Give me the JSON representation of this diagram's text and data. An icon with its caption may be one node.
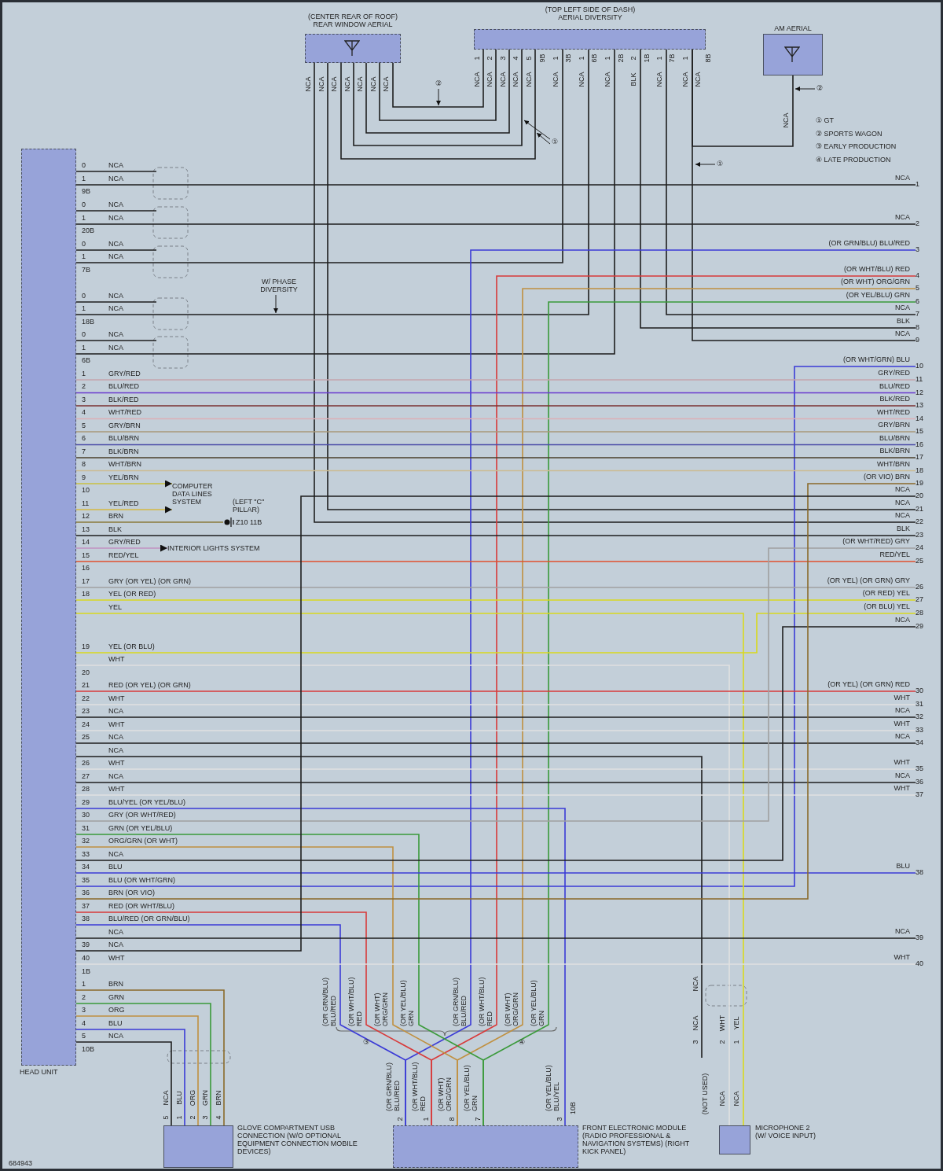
{
  "diagram": {
    "nodes": [
      {
        "text": [
          "HEAD UNIT"
        ]
      },
      {
        "text": [
          "(CENTER REAR OF ROOF) REAR WINDOW AERIAL"
        ]
      },
      {
        "text": [
          "(TOP LEFT SIDE OF DASH) AERIAL DIVERSITY"
        ]
      },
      {
        "text": [
          "AM AERIAL"
        ]
      },
      {
        "text": [
          "GLOVE COMPARTMENT USB CONNECTION (W/O OPTIONAL EQUIPMENT CONNECTION MOBILE DEVICES)"
        ]
      },
      {
        "text": [
          "FRONT ELECTRONIC MODULE (RADIO PROFESSIONAL & NAVIGATION SYSTEMS) (RIGHT KICK PANEL)"
        ]
      },
      {
        "text": [
          "MICROPHONE 2 (W/ VOICE INPUT)"
        ]
      },
      {
        "text": [
          "COMPUTER DATA LINES SYSTEM"
        ]
      },
      {
        "text": [
          "INTERIOR LIGHTS SYSTEM"
        ]
      },
      {
        "text": [
          "Z10 11B"
        ],
        "beside": [
          "(LEFT \"C\" PILLAR)"
        ]
      },
      {
        "text": [
          "②"
        ]
      },
      {
        "text": [
          "①"
        ]
      },
      {
        "text": [
          "①"
        ]
      },
      {
        "text": [
          "②"
        ]
      },
      {
        "text": [
          "W/ PHASE DIVERSITY"
        ]
      },
      {
        "text": [
          "1"
        ]
      },
      {
        "text": [
          "2"
        ]
      },
      {
        "text": [
          "3"
        ]
      },
      {
        "text": [
          "4"
        ]
      },
      {
        "text": [
          "5"
        ]
      },
      {
        "text": [
          "6"
        ]
      },
      {
        "text": [
          "7"
        ]
      },
      {
        "text": [
          "8"
        ]
      },
      {
        "text": [
          "9"
        ]
      },
      {
        "text": [
          "10"
        ]
      },
      {
        "text": [
          "11"
        ]
      },
      {
        "text": [
          "12"
        ]
      },
      {
        "text": [
          "13"
        ]
      },
      {
        "text": [
          "14"
        ]
      },
      {
        "text": [
          "15"
        ]
      },
      {
        "text": [
          "16"
        ]
      },
      {
        "text": [
          "17"
        ]
      },
      {
        "text": [
          "18"
        ]
      },
      {
        "text": [
          "19"
        ]
      },
      {
        "text": [
          "20"
        ]
      },
      {
        "text": [
          "21"
        ]
      },
      {
        "text": [
          "22"
        ]
      },
      {
        "text": [
          "23"
        ]
      },
      {
        "text": [
          "24"
        ]
      },
      {
        "text": [
          "25"
        ]
      },
      {
        "text": [
          "26"
        ]
      },
      {
        "text": [
          "27"
        ]
      },
      {
        "text": [
          "28"
        ]
      },
      {
        "text": [
          "29"
        ]
      },
      {
        "text": [
          "30"
        ]
      },
      {
        "text": [
          "31"
        ]
      },
      {
        "text": [
          "32"
        ]
      },
      {
        "text": [
          "33"
        ]
      },
      {
        "text": [
          "34"
        ]
      },
      {
        "text": [
          "35"
        ]
      },
      {
        "text": [
          "36"
        ]
      },
      {
        "text": [
          "37"
        ]
      },
      {
        "text": [
          "38"
        ]
      },
      {
        "text": [
          "39"
        ]
      },
      {
        "text": [
          "40"
        ]
      }
    ],
    "edges": [
      {
        "from": 0,
        "to": 15,
        "arrow": "none"
      },
      {
        "from": 0,
        "to": 16,
        "arrow": "none"
      },
      {
        "from": 1,
        "to": 2,
        "arrow": "none"
      },
      {
        "from": 1,
        "to": 2,
        "arrow": "none"
      },
      {
        "from": 1,
        "to": 2,
        "arrow": "none"
      },
      {
        "from": 1,
        "to": 2,
        "arrow": "none"
      },
      {
        "from": 1,
        "to": 2,
        "arrow": "none"
      },
      {
        "from": 1,
        "to": 35,
        "arrow": "none"
      },
      {
        "from": 1,
        "to": 36,
        "arrow": "none"
      },
      {
        "from": 0,
        "to": 2,
        "arrow": "none"
      },
      {
        "from": 0,
        "to": 2,
        "arrow": "none"
      },
      {
        "from": 0,
        "to": 2,
        "arrow": "none"
      },
      {
        "from": 2,
        "to": 21,
        "arrow": "none"
      },
      {
        "from": 2,
        "to": 22,
        "arrow": "none"
      },
      {
        "from": 2,
        "to": 23,
        "arrow": "none"
      },
      {
        "from": 3,
        "to": 2,
        "arrow": "none"
      },
      {
        "from": 17,
        "to": 5,
        "arrow": "none",
        "color": "#3b3bd6"
      },
      {
        "from": 18,
        "to": 5,
        "arrow": "none",
        "color": "#d83a3a"
      },
      {
        "from": 19,
        "to": 5,
        "arrow": "none",
        "color": "#c09040"
      },
      {
        "from": 20,
        "to": 5,
        "arrow": "none",
        "color": "#3a9a3a"
      },
      {
        "from": 0,
        "to": 24,
        "arrow": "none",
        "color": "#3b3bd6"
      },
      {
        "from": 0,
        "to": 25,
        "arrow": "none",
        "color": "#c4a4ac"
      },
      {
        "from": 0,
        "to": 26,
        "arrow": "none",
        "color": "#6a3ad0"
      },
      {
        "from": 0,
        "to": 27,
        "arrow": "none",
        "color": "#7a3030"
      },
      {
        "from": 0,
        "to": 28,
        "arrow": "none",
        "color": "#dcb0b8"
      },
      {
        "from": 0,
        "to": 29,
        "arrow": "none",
        "color": "#a89878"
      },
      {
        "from": 0,
        "to": 30,
        "arrow": "none",
        "color": "#4a4aa8"
      },
      {
        "from": 0,
        "to": 31,
        "arrow": "none",
        "color": "#4a3f2a"
      },
      {
        "from": 0,
        "to": 32,
        "arrow": "none",
        "color": "#ccbc94"
      },
      {
        "from": 0,
        "to": 7,
        "arrow": "to",
        "color": "#c8c040"
      },
      {
        "from": 0,
        "to": 7,
        "arrow": "to",
        "color": "#d4b840"
      },
      {
        "from": 0,
        "to": 9,
        "arrow": "none",
        "color": "#8a7a3a"
      },
      {
        "from": 0,
        "to": 37,
        "arrow": "none"
      },
      {
        "from": 0,
        "to": 8,
        "arrow": "to",
        "color": "#c090c0"
      },
      {
        "from": 0,
        "to": 39,
        "arrow": "none",
        "color": "#e0502e"
      },
      {
        "from": 0,
        "to": 40,
        "arrow": "none",
        "color": "#a0a0a0"
      },
      {
        "from": 0,
        "to": 41,
        "arrow": "none",
        "color": "#d9d91e"
      },
      {
        "from": 0,
        "to": 6,
        "arrow": "none",
        "color": "#d9d91e"
      },
      {
        "from": 0,
        "to": 42,
        "arrow": "none",
        "color": "#d9d91e"
      },
      {
        "from": 0,
        "to": 6,
        "arrow": "none",
        "color": "#e0e0e0"
      },
      {
        "from": 0,
        "to": 44,
        "arrow": "none",
        "color": "#d83a3a"
      },
      {
        "from": 0,
        "to": 45,
        "arrow": "none",
        "color": "#e0e0e0"
      },
      {
        "from": 0,
        "to": 46,
        "arrow": "none"
      },
      {
        "from": 0,
        "to": 47,
        "arrow": "none",
        "color": "#e0e0e0"
      },
      {
        "from": 0,
        "to": 48,
        "arrow": "none"
      },
      {
        "from": 0,
        "to": null,
        "arrow": "none"
      },
      {
        "from": 0,
        "to": 49,
        "arrow": "none",
        "color": "#e0e0e0"
      },
      {
        "from": 0,
        "to": 50,
        "arrow": "none"
      },
      {
        "from": 0,
        "to": 51,
        "arrow": "none",
        "color": "#e0e0e0"
      },
      {
        "from": 0,
        "to": 5,
        "arrow": "none",
        "color": "#3b3bd6"
      },
      {
        "from": 0,
        "to": 38,
        "arrow": "none",
        "color": "#a0a0a0"
      },
      {
        "from": 0,
        "to": 5,
        "arrow": "none",
        "color": "#3a9a3a"
      },
      {
        "from": 0,
        "to": 5,
        "arrow": "none",
        "color": "#c09040"
      },
      {
        "from": 0,
        "to": 43,
        "arrow": "none"
      },
      {
        "from": 0,
        "to": 52,
        "arrow": "none",
        "color": "#3b3bd6"
      },
      {
        "from": 0,
        "to": 33,
        "arrow": "none",
        "color": "#8a6a2a"
      },
      {
        "from": 0,
        "to": 5,
        "arrow": "none",
        "color": "#d83a3a"
      },
      {
        "from": 0,
        "to": 5,
        "arrow": "none",
        "color": "#3b3bd6"
      },
      {
        "from": 0,
        "to": 53,
        "arrow": "none"
      },
      {
        "from": 0,
        "to": 34,
        "arrow": "none"
      },
      {
        "from": 0,
        "to": 54,
        "arrow": "none",
        "color": "#e0e0e0"
      },
      {
        "from": 0,
        "to": 4,
        "arrow": "none",
        "color": "#8a6a2a"
      },
      {
        "from": 0,
        "to": 4,
        "arrow": "none",
        "color": "#3a9a3a"
      },
      {
        "from": 0,
        "to": 4,
        "arrow": "none",
        "color": "#c09040"
      },
      {
        "from": 0,
        "to": 4,
        "arrow": "none",
        "color": "#3b3bd6"
      },
      {
        "from": 0,
        "to": 4,
        "arrow": "none"
      },
      {
        "from": 0,
        "to": null,
        "arrow": "none"
      },
      {
        "from": 0,
        "to": null,
        "arrow": "none"
      },
      {
        "from": 0,
        "to": null,
        "arrow": "none"
      },
      {
        "from": 0,
        "to": null,
        "arrow": "none"
      },
      {
        "from": 0,
        "to": null,
        "arrow": "none"
      },
      {
        "from": 10,
        "to": null,
        "arrow": "to"
      },
      {
        "from": 11,
        "to": null,
        "arrow": "to"
      },
      {
        "from": 11,
        "to": null,
        "arrow": "to"
      },
      {
        "from": 12,
        "to": null,
        "arrow": "to"
      },
      {
        "from": 13,
        "to": null,
        "arrow": "to"
      },
      {
        "from": 14,
        "to": null,
        "arrow": "to"
      }
    ],
    "labels": [
      "1",
      "2",
      "3",
      "4",
      "5",
      "9B",
      "1",
      "3B",
      "1",
      "6B",
      "1",
      "2B",
      "2",
      "1B",
      "1",
      "7B",
      "1",
      "8B",
      "NCA",
      "NCA",
      "NCA",
      "NCA",
      "NCA",
      "NCA",
      "NCA",
      "NCA",
      "NCA",
      "NCA",
      "NCA",
      "NCA",
      "NCA",
      "NCA",
      "NCA",
      "BLK",
      "NCA",
      "NCA",
      "NCA",
      "NCA",
      "0 NCA",
      "1 NCA",
      "9B",
      "0 NCA",
      "1 NCA",
      "20B",
      "0 NCA",
      "1 NCA",
      "7B",
      "0 NCA",
      "1 NCA",
      "18B",
      "0 NCA",
      "1 NCA",
      "6B",
      "1 GRY/RED",
      "2 BLU/RED",
      "3 BLK/RED",
      "4 WHT/RED",
      "5 GRY/BRN",
      "6 BLU/BRN",
      "7 BLK/BRN",
      "8 WHT/BRN",
      "9 YEL/BRN",
      "10",
      "11 YEL/RED",
      "12 BRN",
      "13 BLK",
      "14 GRY/RED",
      "15 RED/YEL",
      "16",
      "17 GRY (OR YEL) (OR GRN)",
      "18 YEL (OR RED)",
      "YEL",
      "19 YEL (OR BLU)",
      "WHT",
      "20",
      "21 RED (OR YEL) (OR GRN)",
      "22 WHT",
      "23 NCA",
      "24 WHT",
      "25 NCA",
      "NCA",
      "26 WHT",
      "27 NCA",
      "28 WHT",
      "29 BLU/YEL (OR YEL/BLU)",
      "30 GRY (OR WHT/RED)",
      "31 GRN (OR YEL/BLU)",
      "32 ORG/GRN (OR WHT)",
      "33 NCA",
      "34 BLU",
      "35 BLU (OR WHT/GRN)",
      "36 BRN (OR VIO)",
      "37 RED (OR WHT/BLU)",
      "38 BLU/RED (OR GRN/BLU)",
      "NCA",
      "39 NCA",
      "40 WHT",
      "1B",
      "1 BRN",
      "2 GRN",
      "3 ORG",
      "4 BLU",
      "5 NCA",
      "10B",
      "NCA",
      "NCA",
      "(OR GRN/BLU) BLU/RED",
      "(OR WHT/BLU) RED",
      "(OR WHT) ORG/GRN",
      "(OR YEL/BLU) GRN",
      "NCA",
      "BLK",
      "NCA",
      "(OR WHT/GRN) BLU",
      "GRY/RED",
      "BLU/RED",
      "BLK/RED",
      "WHT/RED",
      "GRY/BRN",
      "BLU/BRN",
      "BLK/BRN",
      "WHT/BRN",
      "(OR VIO) BRN",
      "NCA",
      "NCA",
      "NCA",
      "BLK",
      "(OR WHT/RED) GRY",
      "RED/YEL",
      "(OR YEL) (OR GRN) GRY",
      "(OR RED) YEL",
      "(OR BLU) YEL",
      "NCA",
      "(OR YEL) (OR GRN) RED",
      "WHT",
      "NCA",
      "WHT",
      "NCA",
      "WHT",
      "NCA",
      "WHT",
      "BLU",
      "NCA",
      "WHT",
      "(OR GRN/BLU) BLU/RED",
      "(OR WHT/BLU) RED",
      "(OR WHT) ORG/GRN",
      "(OR YEL/BLU) GRN",
      "(OR GRN/BLU) BLU/RED",
      "(OR WHT/BLU) RED",
      "(OR WHT) ORG/GRN",
      "(OR YEL/BLU) GRN",
      "③",
      "④",
      "2",
      "(OR GRN/BLU) BLU/RED",
      "1",
      "(OR WHT/BLU) RED",
      "8",
      "(OR WHT) ORG/GRN",
      "7",
      "(OR YEL/BLU) GRN",
      "3",
      "(OR YEL/BLU) BLU/YEL",
      "10B",
      "NCA",
      "3",
      "NCA",
      "2",
      "WHT",
      "1",
      "YEL",
      "(NOT USED)",
      "NCA",
      "NCA",
      "5",
      "NCA",
      "1",
      "BLU",
      "2",
      "ORG",
      "3",
      "GRN",
      "4",
      "BRN",
      "684943"
    ],
    "legend": [
      {
        "text": "① GT"
      },
      {
        "text": "② SPORTS WAGON"
      },
      {
        "text": "③ EARLY PRODUCTION"
      },
      {
        "text": "④ LATE PRODUCTION"
      }
    ]
  }
}
